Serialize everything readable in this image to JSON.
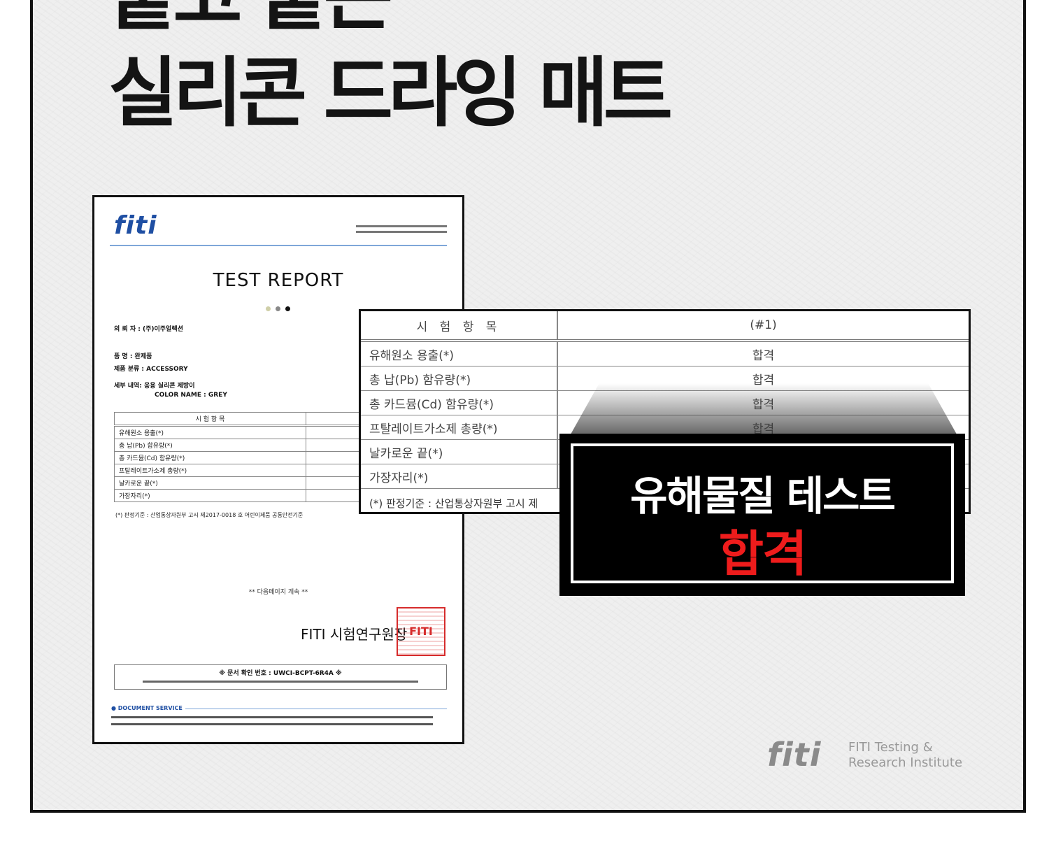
{
  "headline": {
    "line1": "붙고 붙는",
    "line2": "실리콘 드라잉 매트"
  },
  "report": {
    "logo": "fiti",
    "title": "TEST REPORT",
    "client_label": "의 뢰 자 : (주)이주얼렉션",
    "item_label": "품 명 : 완제품",
    "category_label": "제품 분류 : ACCESSORY",
    "detail_label": "세부 내역: 응용 실리콘 제방이",
    "color_label": "COLOR NAME : GREY",
    "table": {
      "header": [
        "시 험 항 목",
        "(#1)"
      ],
      "rows": [
        [
          "유해원소 용출(*)",
          "합격"
        ],
        [
          "총 납(Pb) 함유량(*)",
          "합격"
        ],
        [
          "총 카드뮴(Cd) 함유량(*)",
          "합격"
        ],
        [
          "프탈레이트가소제 총량(*)",
          "합격"
        ],
        [
          "날카로운 끝(*)",
          "합격"
        ],
        [
          "가장자리(*)",
          "합격"
        ]
      ],
      "note": "(*) 판정기준 : 산업통상자원부 고시 제2017-0018 호 어린이제품 공통안전기준"
    },
    "continued": "** 다음페이지 계속 **",
    "signatory": "FITI 시험연구원장",
    "seal_text": "FITI",
    "doc_number": "※ 문서 확인 번호 : UWCI-BCPT-6R4A ※",
    "doc_service": "● DOCUMENT SERVICE"
  },
  "zoom_table": {
    "header": [
      "시 험 항 목",
      "(#1)"
    ],
    "rows": [
      [
        "유해원소 용출(*)",
        "합격"
      ],
      [
        "총 납(Pb) 함유량(*)",
        "합격"
      ],
      [
        "총 카드뮴(Cd) 함유량(*)",
        "합격"
      ],
      [
        "프탈레이트가소제 총량(*)",
        "합격"
      ],
      [
        "날카로운 끝(*)",
        ""
      ],
      [
        "가장자리(*)",
        ""
      ]
    ],
    "note": "(*) 판정기준 : 산업통상자원부 고시 제"
  },
  "badge": {
    "line1": "유해물질 테스트",
    "line2": "합격",
    "highlight_color": "#ee1c1c"
  },
  "footer_logo": {
    "mark": "fiti",
    "name_line1": "FITI Testing &",
    "name_line2": "Research Institute"
  }
}
